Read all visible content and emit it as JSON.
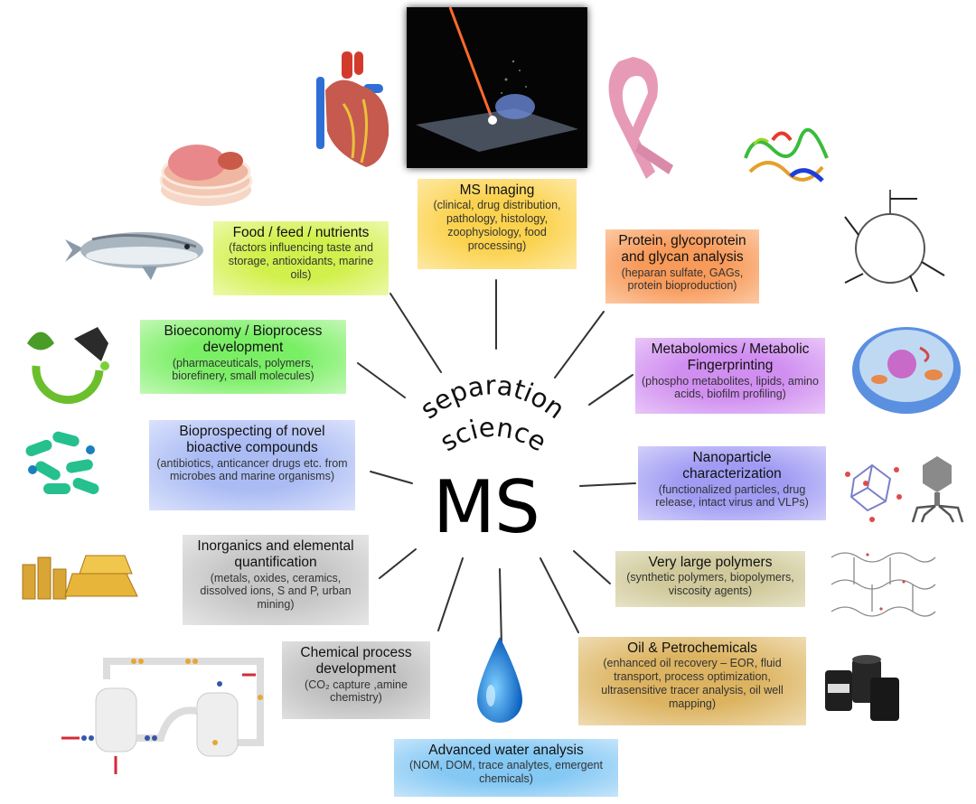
{
  "center": {
    "line1": "separation",
    "line2": "science",
    "main": "MS"
  },
  "boxes": [
    {
      "id": "ms-imaging",
      "title": "MS Imaging",
      "subtitle": "(clinical, drug distribution, pathology, histology, zoophysiology, food processing)",
      "color": "#fbd55a"
    },
    {
      "id": "food",
      "title": "Food / feed / nutrients",
      "subtitle": "(factors influencing taste and storage, antioxidants, marine oils)",
      "color": "#d8f25a"
    },
    {
      "id": "protein",
      "title": "Protein, glycoprotein and glycan analysis",
      "subtitle": "(heparan sulfate, GAGs, protein bioproduction)",
      "color": "#f9a56a"
    },
    {
      "id": "bioeconomy",
      "title": "Bioeconomy / Bioprocess development",
      "subtitle": "(pharmaceuticals, polymers, biorefinery, small molecules)",
      "color": "#8ef27a"
    },
    {
      "id": "metabolomics",
      "title": "Metabolomics / Metabolic Fingerprinting",
      "subtitle": "(phospho metabolites, lipids, amino acids, biofilm profiling)",
      "color": "#d79bf0"
    },
    {
      "id": "bioprospecting",
      "title": "Bioprospecting of novel bioactive compounds",
      "subtitle": "(antibiotics, anticancer drugs etc. from microbes and marine organisms)",
      "color": "#b7c6f5"
    },
    {
      "id": "nanoparticle",
      "title": "Nanoparticle characterization",
      "subtitle": "(functionalized particles, drug release, intact virus and VLPs)",
      "color": "#a9a6f5"
    },
    {
      "id": "inorganics",
      "title": "Inorganics and elemental quantification",
      "subtitle": "(metals, oxides, ceramics, dissolved ions, S and P, urban mining)",
      "color": "#cfcfcf"
    },
    {
      "id": "polymers",
      "title": "Very large polymers",
      "subtitle": "(synthetic polymers, biopolymers, viscosity agents)",
      "color": "#d6d0a8"
    },
    {
      "id": "chemical",
      "title": "Chemical process development",
      "subtitle": "(CO₂ capture ,amine chemistry)",
      "color": "#c9c9c9"
    },
    {
      "id": "oil",
      "title": "Oil & Petrochemicals",
      "subtitle": "(enhanced oil recovery – EOR, fluid transport, process optimization, ultrasensitive tracer analysis, oil well mapping)",
      "color": "#deb96c"
    },
    {
      "id": "water",
      "title": "Advanced water analysis",
      "subtitle": "(NOM, DOM, trace analytes, emergent chemicals)",
      "color": "#8fcdf5"
    }
  ],
  "images": [
    {
      "name": "meat-slices-image"
    },
    {
      "name": "heart-image"
    },
    {
      "name": "laser-imaging-image"
    },
    {
      "name": "pink-ribbon-image"
    },
    {
      "name": "protein-structure-image"
    },
    {
      "name": "metabolic-cycle-image"
    },
    {
      "name": "salmon-fish-image"
    },
    {
      "name": "biofuel-pump-image"
    },
    {
      "name": "cell-image"
    },
    {
      "name": "capsules-image"
    },
    {
      "name": "nanoparticle-molecule-image"
    },
    {
      "name": "virus-phage-image"
    },
    {
      "name": "gold-bars-coins-image"
    },
    {
      "name": "polymer-network-image"
    },
    {
      "name": "co2-capture-process-image"
    },
    {
      "name": "water-drop-image"
    },
    {
      "name": "oil-barrels-image"
    }
  ]
}
